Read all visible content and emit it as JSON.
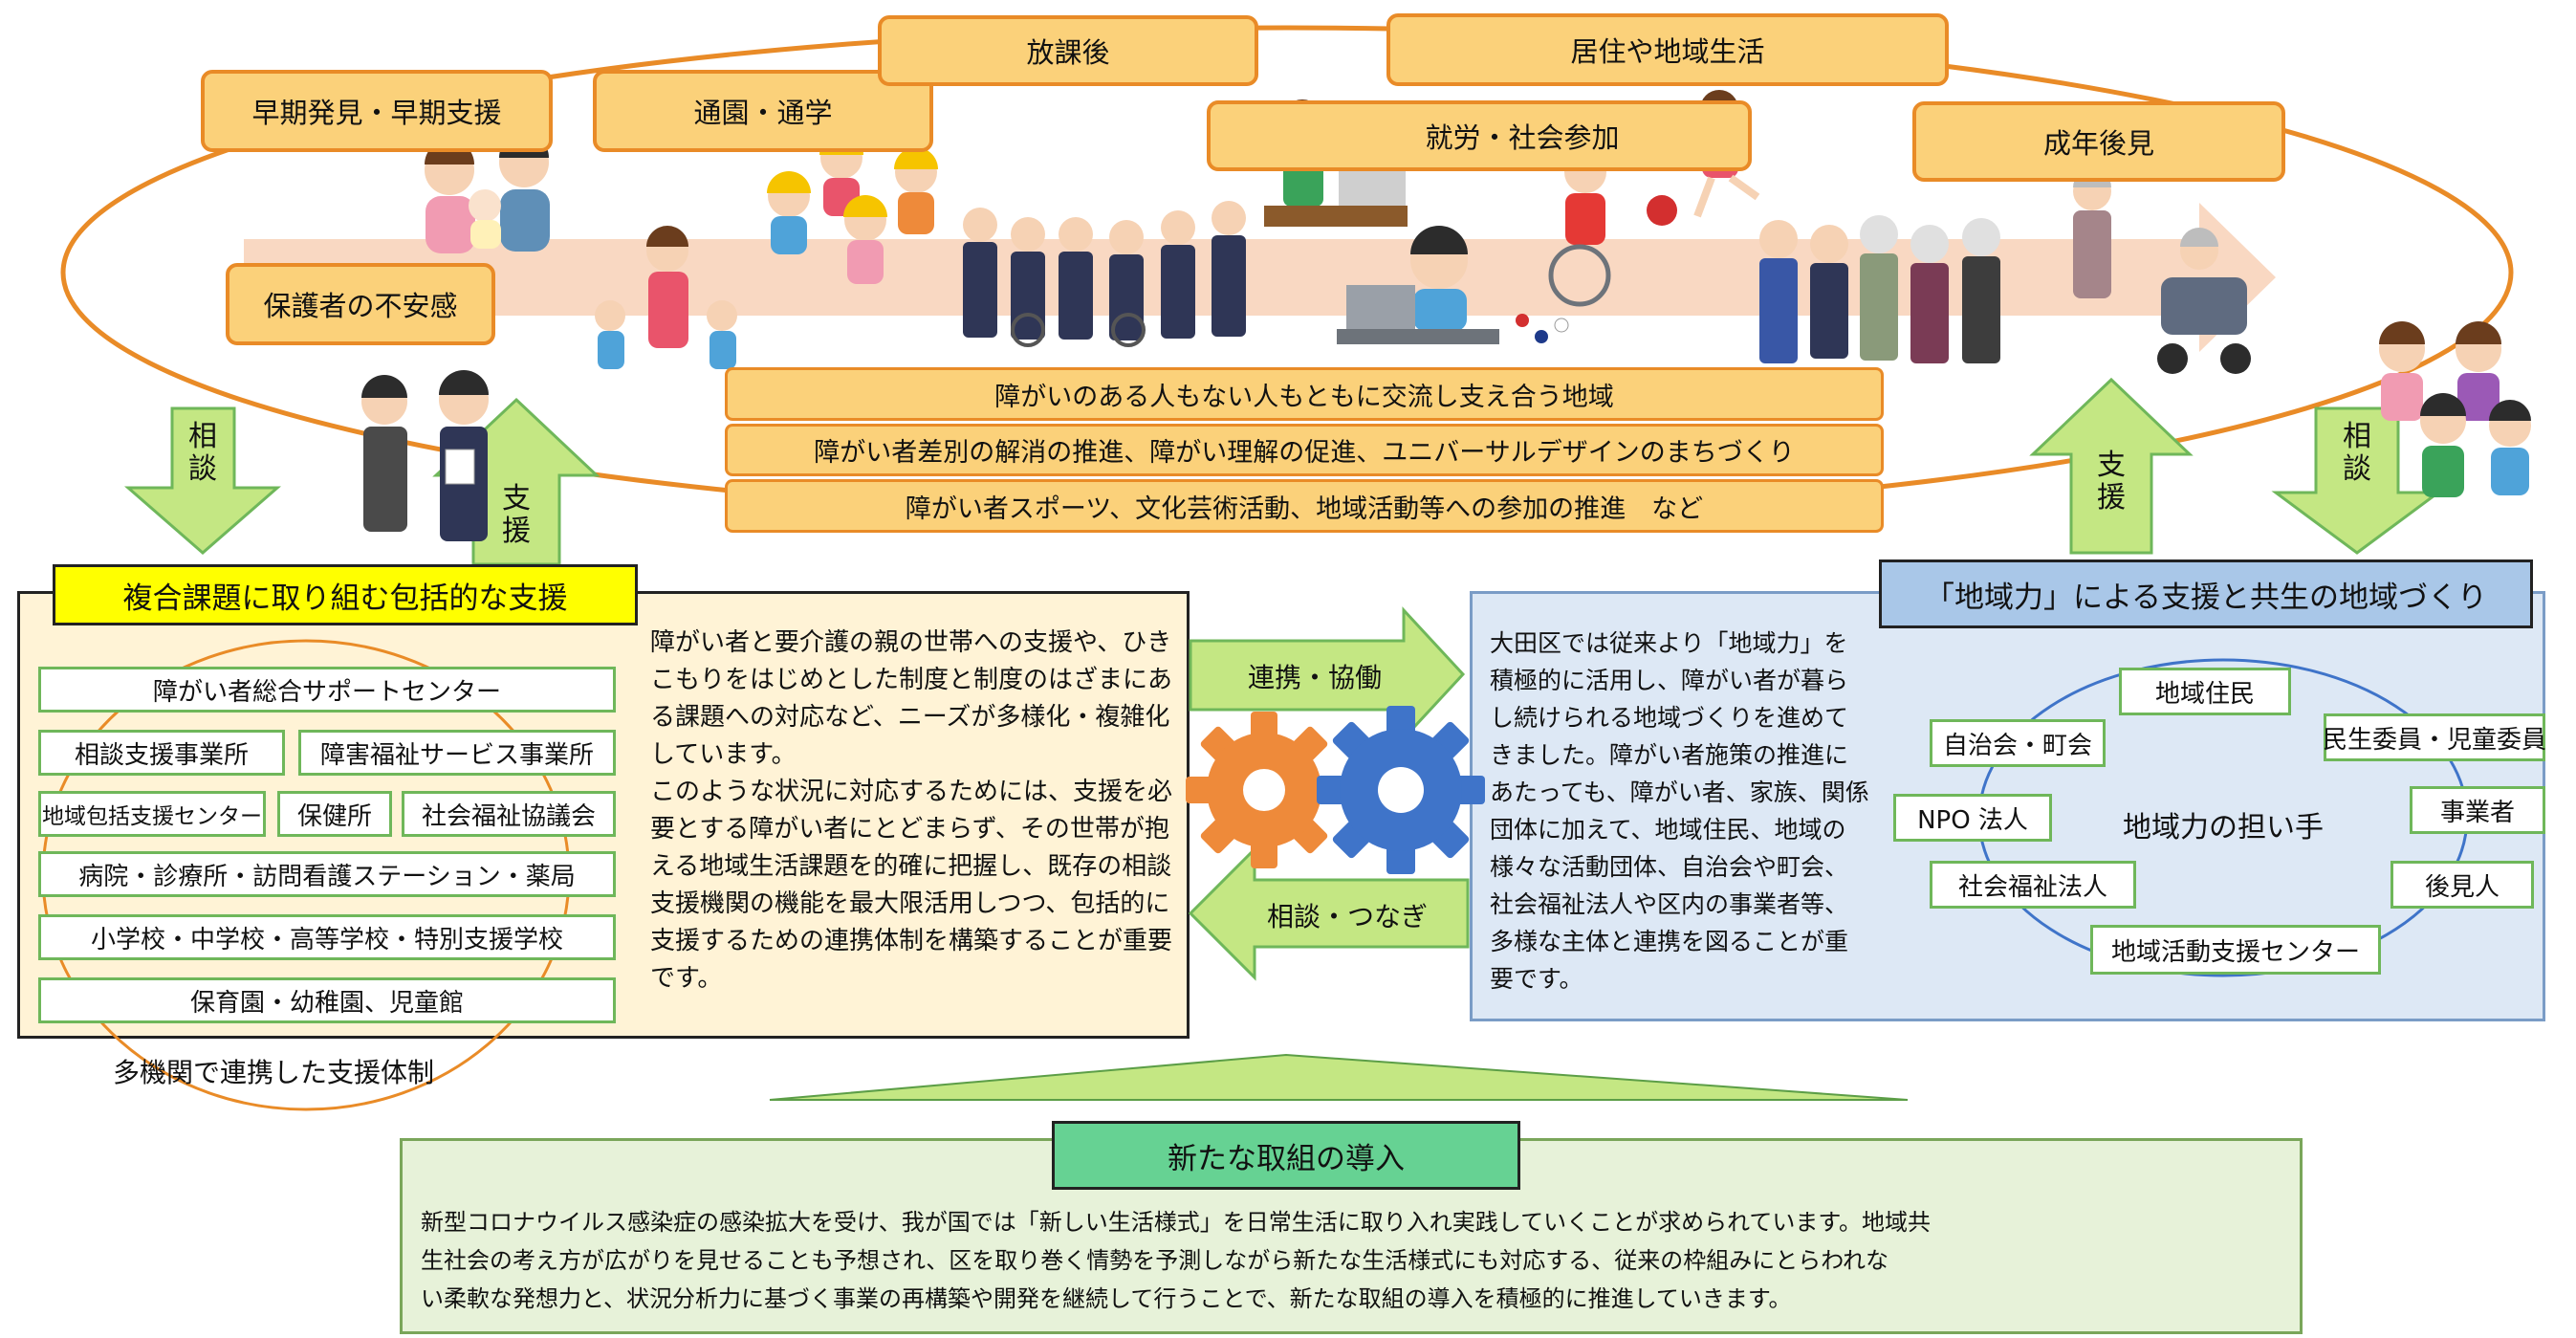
{
  "life_stages": {
    "early_detection": "早期発見・早期支援",
    "school": "通園・通学",
    "after_school": "放課後",
    "residence": "居住や地域生活",
    "employment": "就労・社会参加",
    "guardianship": "成年後見",
    "parent_anxiety": "保護者の不安感"
  },
  "community_bands": [
    "障がいのある人もない人もともに交流し支え合う地域",
    "障がい者差別の解消の推進、障がい理解の促進、ユニバーサルデザインのまちづくり",
    "障がい者スポーツ、文化芸術活動、地域活動等への参加の推進　など"
  ],
  "arrows": {
    "left_consult": "相談",
    "left_support": "支援",
    "right_support": "支援",
    "right_consult": "相談",
    "cooperation": "連携・協働",
    "consult_connect": "相談・つなぎ"
  },
  "left_panel": {
    "title": "複合課題に取り組む包括的な支援",
    "agencies": {
      "row1": [
        "障がい者総合サポートセンター"
      ],
      "row2": [
        "相談支援事業所",
        "障害福祉サービス事業所"
      ],
      "row3": [
        "地域包括支援センター",
        "保健所",
        "社会福祉協議会"
      ],
      "row4": [
        "病院・診療所・訪問看護ステーション・薬局"
      ],
      "row5": [
        "小学校・中学校・高等学校・特別支援学校"
      ],
      "row6": [
        "保育園・幼稚園、児童館"
      ]
    },
    "network_caption": "多機関で連携した支援体制"
  },
  "center_text": {
    "lines": [
      "障がい者と要介護の親の世帯への支援や、ひき",
      "こもりをはじめとした制度と制度のはざまにあ",
      "る課題への対応など、ニーズが多様化・複雑化",
      "しています。",
      "このような状況に対応するためには、支援を必",
      "要とする障がい者にとどまらず、その世帯が抱",
      "える地域生活課題を的確に把握し、既存の相談",
      "支援機関の機能を最大限活用しつつ、包括的に",
      "支援するための連携体制を構築することが重要",
      "です。"
    ]
  },
  "right_panel": {
    "title": "「地域力」による支援と共生の地域づくり",
    "lines": [
      "大田区では従来より「地域力」を",
      "積極的に活用し、障がい者が暮ら",
      "し続けられる地域づくりを進めて",
      "きました。障がい者施策の推進に",
      "あたっても、障がい者、家族、関係",
      "団体に加えて、地域住民、地域の",
      "様々な活動団体、自治会や町会、",
      "社会福祉法人や区内の事業者等、",
      "多様な主体と連携を図ることが重",
      "要です。"
    ],
    "center_label": "地域力の担い手",
    "actors": {
      "residents": "地域住民",
      "neighborhood": "自治会・町会",
      "commissioners": "民生委員・児童委員",
      "npo": "NPO 法人",
      "business": "事業者",
      "welfare_corp": "社会福祉法人",
      "guardian": "後見人",
      "activity_center": "地域活動支援センター"
    }
  },
  "bottom_panel": {
    "title": "新たな取組の導入",
    "lines": [
      "新型コロナウイルス感染症の感染拡大を受け、我が国では「新しい生活様式」を日常生活に取り入れ実践していくことが求められています。地域共",
      "生社会の考え方が広がりを見せることも予想され、区を取り巻く情勢を予測しながら新たな生活様式にも対応する、従来の枠組みにとらわれな",
      "い柔軟な発想力と、状況分析力に基づく事業の再構築や開発を継続して行うことで、新たな取組の導入を積極的に推進していきます。"
    ]
  },
  "colors": {
    "orange_fill": "#fbd17a",
    "orange_border": "#e98b27",
    "green_arrow": "#c4e783",
    "green_border": "#6fb75a",
    "yellow_title": "#ffff00",
    "cream_panel": "#fff3d6",
    "blue_panel": "#dde8f5",
    "blue_title": "#a9c7e8",
    "mint_title": "#66d293",
    "light_green_panel": "#e7f2d9"
  }
}
